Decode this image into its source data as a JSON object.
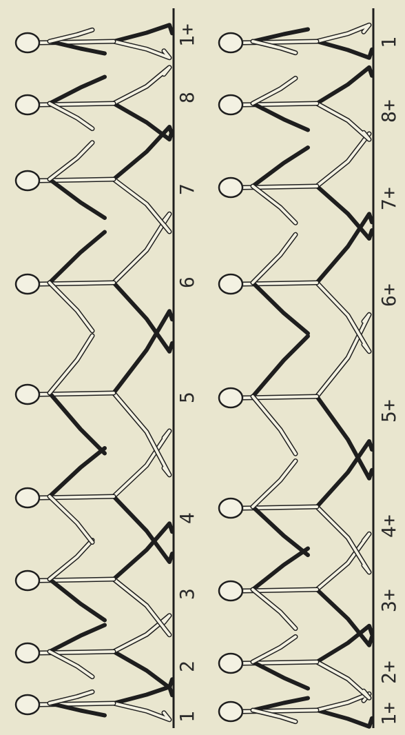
{
  "colors": {
    "background": "#e9e6cf",
    "ink": "#1e1e1e",
    "outline_limb_fill": "#f3f1e2"
  },
  "strips": [
    {
      "id": "top",
      "frames": [
        {
          "label": "1"
        },
        {
          "label": "2"
        },
        {
          "label": "3"
        },
        {
          "label": "4"
        },
        {
          "label": "5"
        },
        {
          "label": "6"
        },
        {
          "label": "7"
        },
        {
          "label": "8"
        },
        {
          "label": "1+"
        }
      ]
    },
    {
      "id": "bottom",
      "frames": [
        {
          "label": "1+"
        },
        {
          "label": "2+"
        },
        {
          "label": "3+"
        },
        {
          "label": "4+"
        },
        {
          "label": "5+"
        },
        {
          "label": "6+"
        },
        {
          "label": "7+"
        },
        {
          "label": "8+"
        },
        {
          "label": "1"
        }
      ]
    }
  ]
}
